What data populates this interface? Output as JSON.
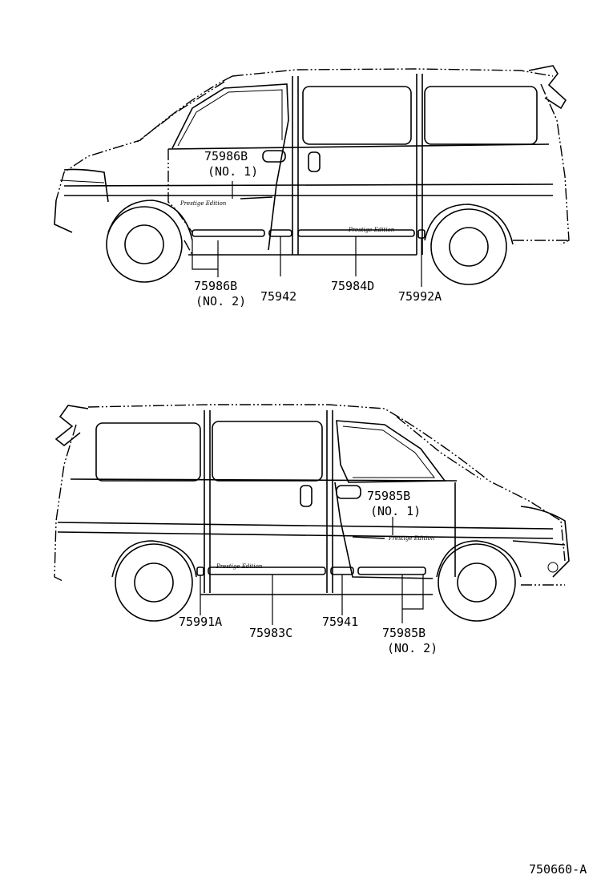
{
  "diagram_id": "750660-A",
  "emblem_text": "Prestige Edition",
  "top_view": {
    "labels": {
      "p75986b_no1_code": "75986B",
      "p75986b_no1_sub": "(NO. 1)",
      "p75986b_no2_code": "75986B",
      "p75986b_no2_sub": "(NO. 2)",
      "p75942": "75942",
      "p75984d": "75984D",
      "p75992a": "75992A"
    }
  },
  "bottom_view": {
    "labels": {
      "p75985b_no1_code": "75985B",
      "p75985b_no1_sub": "(NO. 1)",
      "p75985b_no2_code": "75985B",
      "p75985b_no2_sub": "(NO. 2)",
      "p75991a": "75991A",
      "p75983c": "75983C",
      "p75941": "75941"
    }
  }
}
